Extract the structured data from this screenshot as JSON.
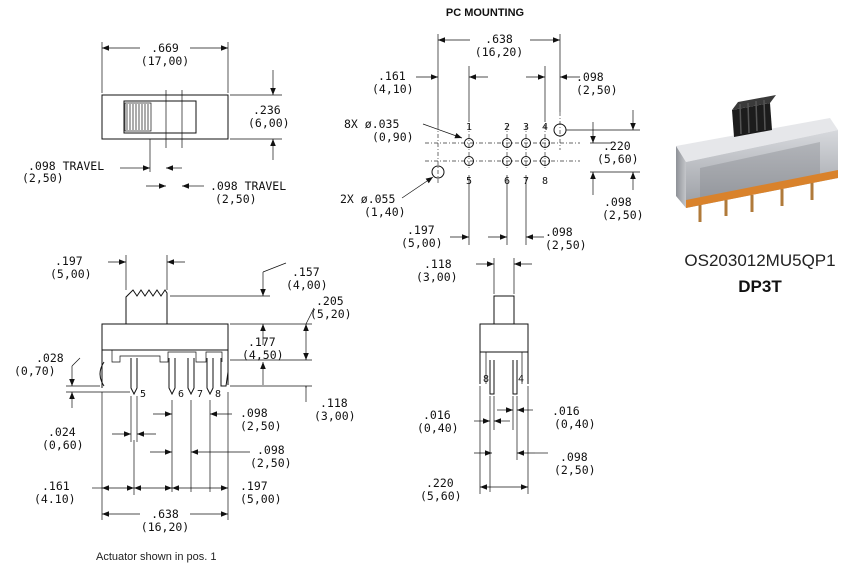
{
  "title": "PC MOUNTING",
  "part_number": "OS203012MU5QP1",
  "switch_type": "DP3T",
  "note": "Actuator shown in pos. 1",
  "product_photo": {
    "body_color": "#b9bcc2",
    "actuator_color": "#1c1c1c",
    "base_color": "#d9822b"
  },
  "top_view": {
    "length": {
      "in": ".669",
      "mm": "(17,00)"
    },
    "width": {
      "in": ".236",
      "mm": "(6,00)"
    },
    "travel_left": {
      "in": ".098 TRAVEL",
      "mm": "(2,50)"
    },
    "travel_right": {
      "in": ".098 TRAVEL",
      "mm": "(2,50)"
    }
  },
  "pcb": {
    "span": {
      "in": ".638",
      "mm": "(16,20)"
    },
    "left_offset": {
      "in": ".161",
      "mm": "(4,10)"
    },
    "right_offset": {
      "in": ".098",
      "mm": "(2,50)"
    },
    "hole_small": {
      "in": "8X ø.035",
      "mm": "(0,90)"
    },
    "row_spacing": {
      "in": ".220",
      "mm": "(5,60)"
    },
    "hole_large": {
      "in": "2X ø.055",
      "mm": "(1,40)"
    },
    "row_offset": {
      "in": ".098",
      "mm": "(2,50)"
    },
    "pitch_a": {
      "in": ".197",
      "mm": "(5,00)"
    },
    "pitch_b": {
      "in": ".098",
      "mm": "(2,50)"
    },
    "pins": [
      "1",
      "2",
      "3",
      "4",
      "5",
      "6",
      "7",
      "8"
    ]
  },
  "front_view": {
    "actuator_width": {
      "in": ".197",
      "mm": "(5,00)"
    },
    "actuator_height": {
      "in": ".157",
      "mm": "(4,00)"
    },
    "total_height": {
      "in": ".205",
      "mm": "(5,20)"
    },
    "body_height": {
      "in": ".177",
      "mm": "(4,50)"
    },
    "standoff": {
      "in": ".028",
      "mm": "(0,70)"
    },
    "pin_length": {
      "in": ".118",
      "mm": "(3,00)"
    },
    "pin_width": {
      "in": ".024",
      "mm": "(0,60)"
    },
    "pin_pitch_a": {
      "in": ".098",
      "mm": "(2,50)"
    },
    "pin_pitch_b": {
      "in": ".098",
      "mm": "(2,50)"
    },
    "left_offset": {
      "in": ".161",
      "mm": "(4.10)"
    },
    "right_offset": {
      "in": ".197",
      "mm": "(5,00)"
    },
    "overall": {
      "in": ".638",
      "mm": "(16,20)"
    },
    "pins": [
      "5",
      "6",
      "7",
      "8"
    ]
  },
  "side_view": {
    "actuator_width": {
      "in": ".118",
      "mm": "(3,00)"
    },
    "pin_thickness_l": {
      "in": ".016",
      "mm": "(0,40)"
    },
    "pin_thickness_r": {
      "in": ".016",
      "mm": "(0,40)"
    },
    "pin_pitch": {
      "in": ".098",
      "mm": "(2,50)"
    },
    "overall": {
      "in": ".220",
      "mm": "(5,60)"
    },
    "pins": [
      "8",
      "4"
    ]
  }
}
